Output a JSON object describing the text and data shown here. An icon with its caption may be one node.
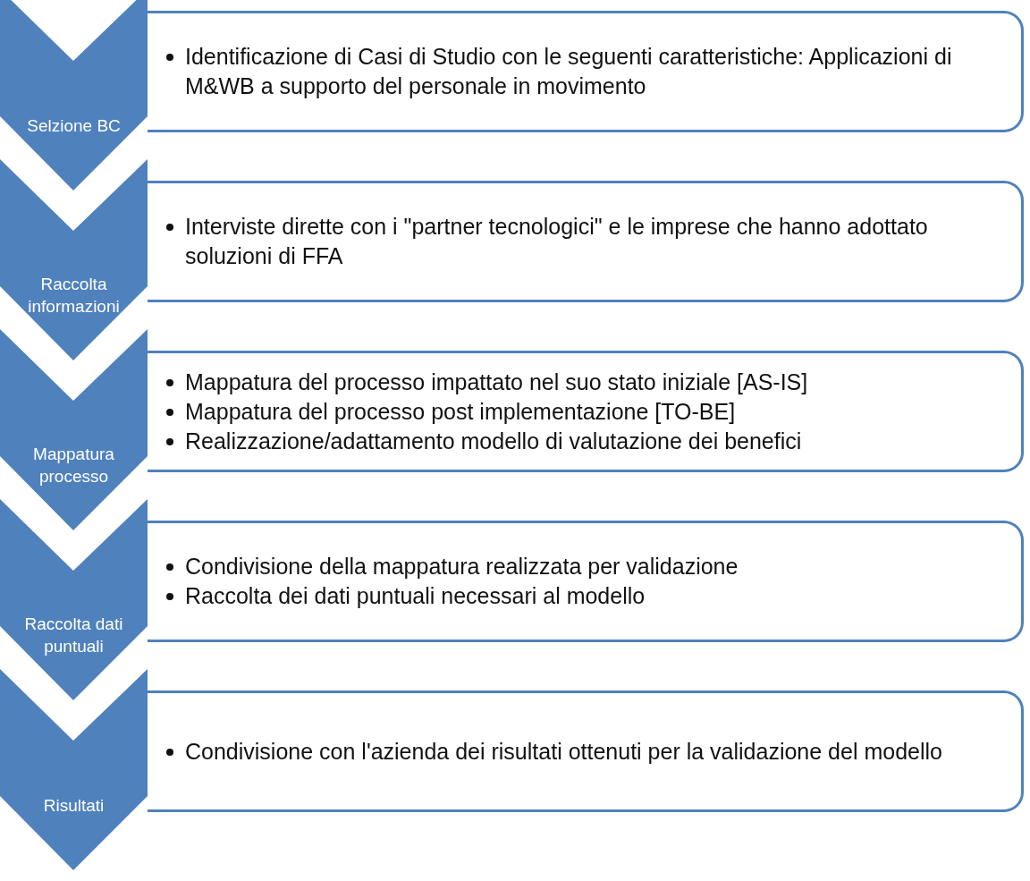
{
  "diagram": {
    "nodes": [
      {
        "text": [
          "Selzione BC"
        ]
      },
      {
        "text": [
          "Identificazione di Casi di Studio con le seguenti caratteristiche: Applicazioni di M&WB a supporto del personale in movimento"
        ]
      },
      {
        "text": [
          "Raccolta informazioni"
        ]
      },
      {
        "text": [
          "Interviste dirette con i \"partner tecnologici\" e le imprese che hanno adottato soluzioni di FFA"
        ]
      },
      {
        "text": [
          "Mappatura processo"
        ]
      },
      {
        "text": [
          "Mappatura del processo impattato nel suo stato iniziale [AS-IS]",
          "Mappatura del processo post implementazione [TO-BE]",
          "Realizzazione/adattamento modello di valutazione dei benefici"
        ]
      },
      {
        "text": [
          "Raccolta dati puntuali"
        ]
      },
      {
        "text": [
          "Condivisione della mappatura realizzata per validazione",
          "Raccolta dei dati puntuali necessari al modello"
        ]
      },
      {
        "text": [
          "Risultati"
        ]
      },
      {
        "text": [
          "Condivisione con l'azienda dei risultati ottenuti per la validazione del modello"
        ]
      }
    ]
  }
}
